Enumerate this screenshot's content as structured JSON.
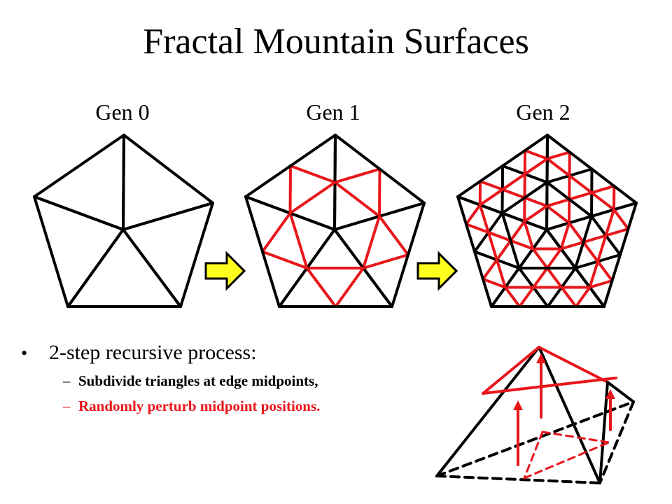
{
  "title": "Fractal Mountain Surfaces",
  "generations": [
    "Gen 0",
    "Gen 1",
    "Gen 2"
  ],
  "bullets": {
    "main": "2-step recursive process:",
    "steps": [
      "Subdivide triangles at edge midpoints,",
      "Randomly perturb midpoint positions."
    ],
    "dash": "–",
    "dot": "•"
  },
  "colors": {
    "edge": "#000000",
    "new_edge": "#e8161b",
    "arrow_fill": "#ffff1f",
    "arrow_stroke": "#000000"
  },
  "icons": [
    "right-arrow-icon",
    "right-arrow-icon"
  ]
}
